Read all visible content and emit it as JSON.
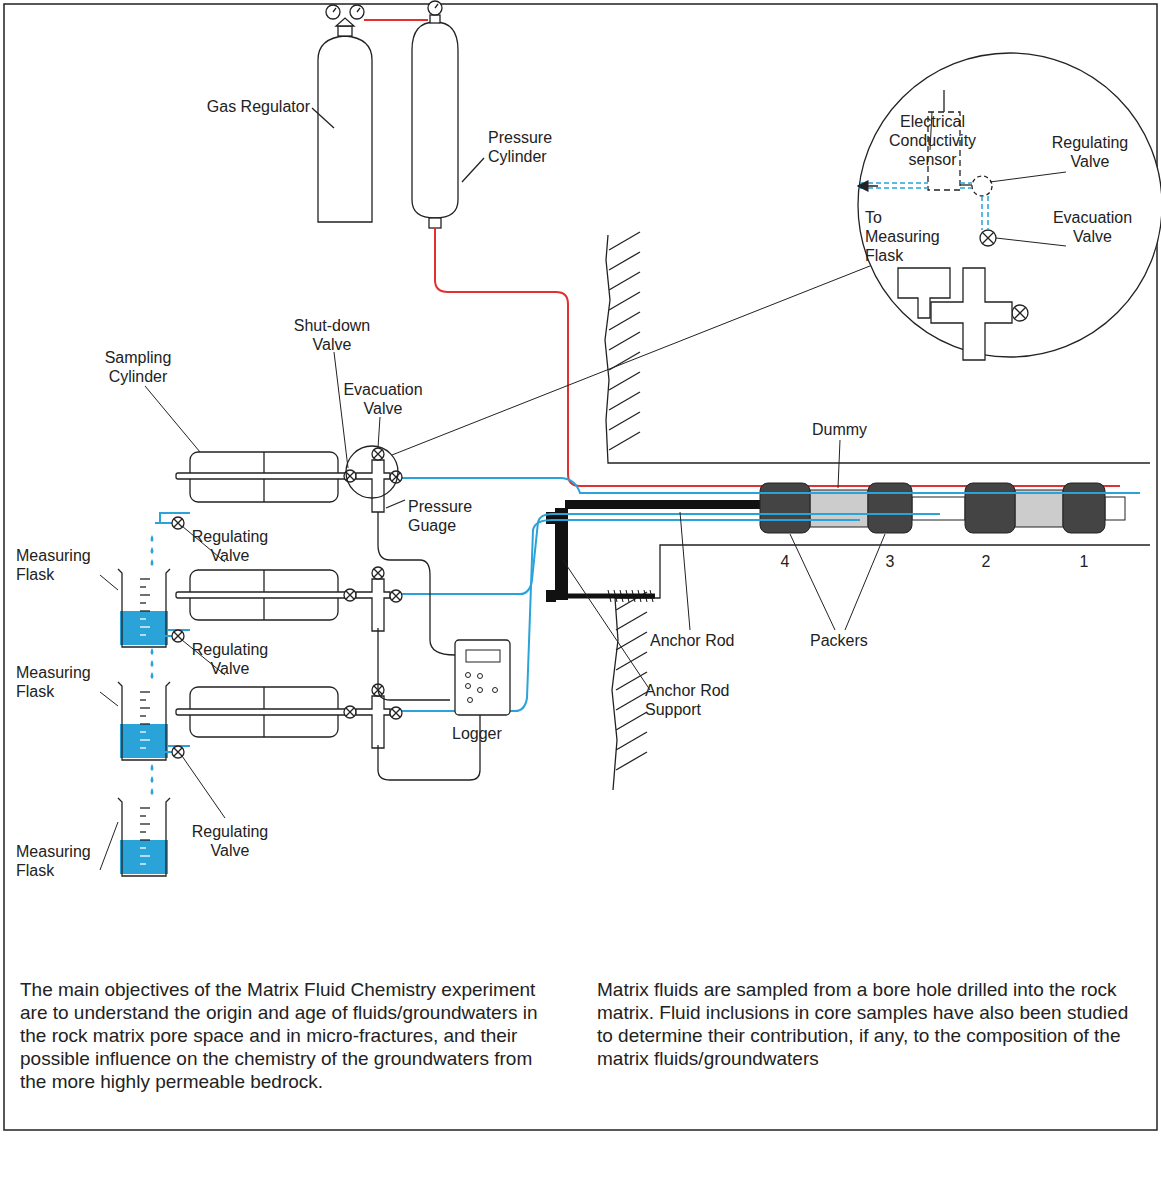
{
  "diagram": {
    "labels": [
      "Gas Regulator",
      "Pressure Cylinder",
      "Electrical Conductivity sensor",
      "Regulating Valve",
      "To Measuring Flask",
      "Evacuation Valve",
      "Shut-down Valve",
      "Sampling Cylinder",
      "Evacuation Valve",
      "Pressure Guage",
      "Regulating Valve",
      "Measuring Flask",
      "Regulating Valve",
      "Measuring Flask",
      "Regulating Valve",
      "Measuring Flask",
      "Logger",
      "Dummy",
      "4",
      "3",
      "2",
      "1",
      "Anchor Rod",
      "Packers",
      "Anchor Rod Support",
      "The main objectives of the Matrix Fluid Chemistry experiment are to understand the origin and age of fluids/groundwaters in the rock matrix pore space and in micro-fractures, and their possible influence on the chemistry of the groundwaters from the more highly permeable bedrock.",
      "Matrix fluids are sampled from a bore hole drilled into the rock matrix. Fluid inclusions in core samples have also been studied to determine their contribution, if any, to the composition of the matrix fluids/groundwaters"
    ]
  }
}
